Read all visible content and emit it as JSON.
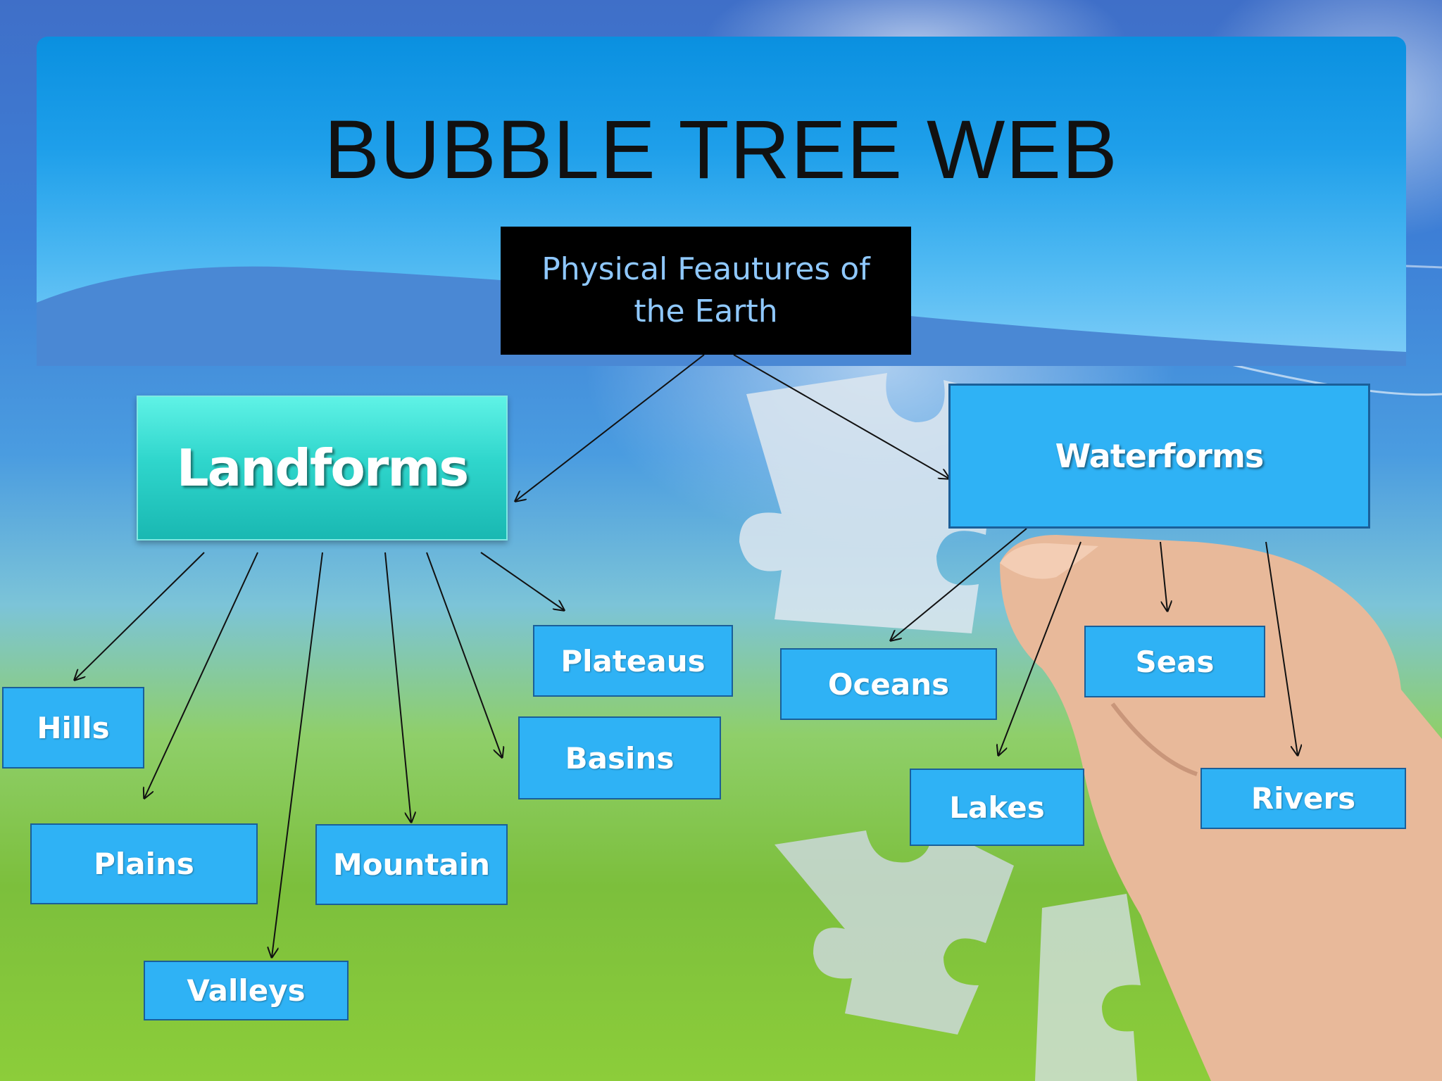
{
  "title": "BUBBLE TREE WEB",
  "root": {
    "line1": "Physical Feautures of",
    "line2": "the Earth"
  },
  "landforms": {
    "label": "Landforms",
    "children": [
      "Hills",
      "Plains",
      "Valleys",
      "Mountain",
      "Basins",
      "Plateaus"
    ]
  },
  "waterforms": {
    "label": "Waterforms",
    "children": [
      "Oceans",
      "Lakes",
      "Seas",
      "Rivers"
    ]
  },
  "colors": {
    "leaf_fill": "#2fb2f5",
    "landforms_fill": "#2fd6cc",
    "root_fill": "#000000",
    "root_text": "#8fc8ff"
  }
}
